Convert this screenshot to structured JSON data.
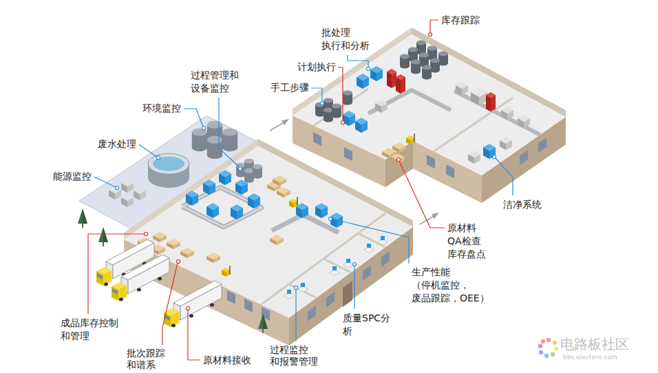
{
  "diagram": {
    "labels": [
      "库存跟踪",
      "批处理 执行和分析",
      "计划执行",
      "手工步骤",
      "过程管理和 设备监控",
      "环境监控",
      "废水处理",
      "能源监控",
      "洁净系统",
      "原材料 QA检查 库存盘点",
      "生产性能 （停机监控， 废品跟踪，OEE）",
      "质量SPC分 析",
      "成品库存控制 和管理",
      "过程监控 和报警管理",
      "原材料接收",
      "批次跟踪 和谱系",
      "电路板社区",
      "bbs.elecfans.com"
    ]
  }
}
